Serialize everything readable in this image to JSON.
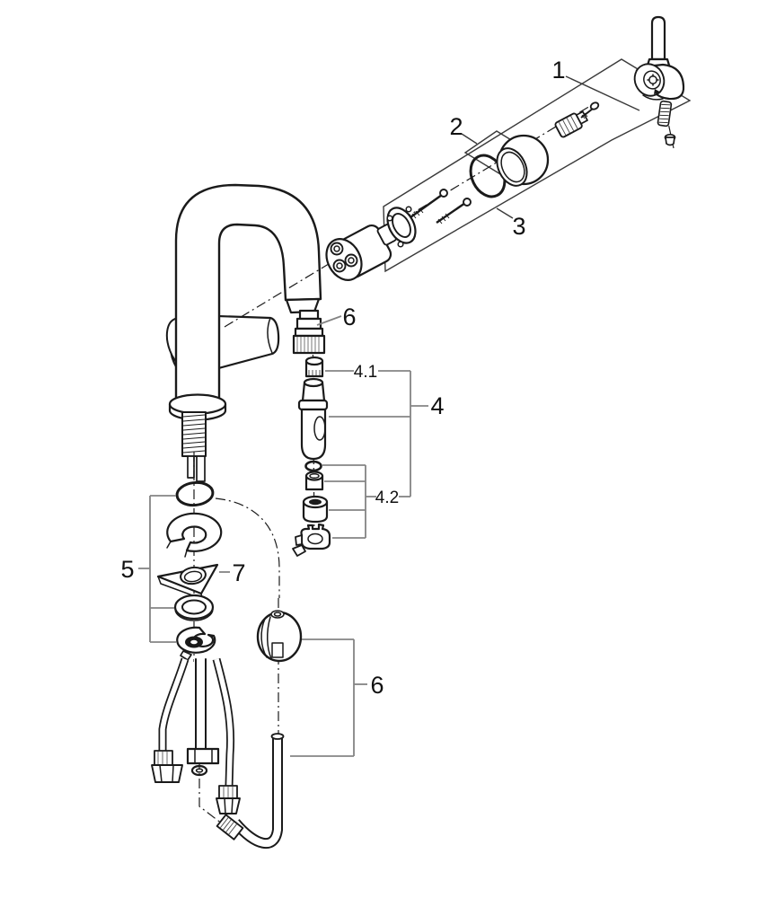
{
  "diagram": {
    "kind": "exploded-parts-diagram",
    "subject": "single-lever kitchen mixer tap with high L-spout, pull-out spray and mounting set",
    "background_color": "#ffffff",
    "line_color": "#1a1a1a",
    "bracket_color": "#848484"
  },
  "callouts": [
    {
      "id": "1",
      "label": "1",
      "part": "lever-handle-assembly-with-set-screw"
    },
    {
      "id": "2",
      "label": "2",
      "part": "cap-sleeve-with-o-ring"
    },
    {
      "id": "3",
      "label": "3",
      "part": "cartridge-with-flange-and-screws"
    },
    {
      "id": "6a",
      "label": "6",
      "part": "spout-hose-coupling"
    },
    {
      "id": "4.1",
      "label": "4.1",
      "part": "spray-head-adapter"
    },
    {
      "id": "4",
      "label": "4",
      "part": "pull-out-spray-head"
    },
    {
      "id": "4.2",
      "label": "4.2",
      "part": "spray-head-seal-kit"
    },
    {
      "id": "5",
      "label": "5",
      "part": "mounting-set"
    },
    {
      "id": "7",
      "label": "7",
      "part": "triangular-mounting-bracket"
    },
    {
      "id": "6b",
      "label": "6",
      "part": "pull-out-hose-with-weight"
    }
  ]
}
